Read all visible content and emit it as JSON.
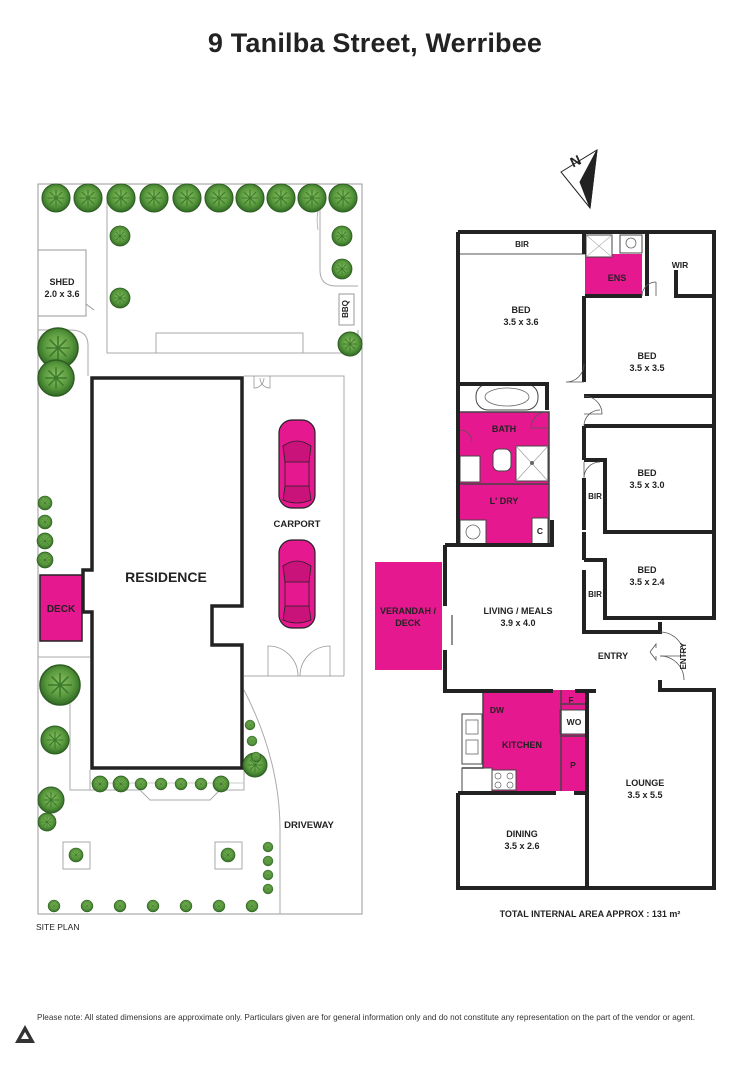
{
  "title": "9 Tanilba Street, Werribee",
  "compass_label": "N",
  "site_plan": {
    "label": "SITE PLAN",
    "shed": "SHED",
    "shed_size": "2.0 x 3.6",
    "bbq": "BBQ",
    "residence": "RESIDENCE",
    "deck": "DECK",
    "carport": "CARPORT",
    "driveway": "DRIVEWAY"
  },
  "floor_plan": {
    "bir_top": "BIR",
    "bed1": "BED",
    "bed1_size": "3.5 x 3.6",
    "ens": "ENS",
    "wir": "WIR",
    "bed2": "BED",
    "bed2_size": "3.5 x 3.5",
    "bath": "BATH",
    "ldry": "L' DRY",
    "c": "C",
    "bed3": "BED",
    "bed3_size": "3.5 x 3.0",
    "bir_bed3": "BIR",
    "bed4": "BED",
    "bed4_size": "3.5 x 2.4",
    "bir_bed4": "BIR",
    "verandah": "VERANDAH /",
    "verandah2": "DECK",
    "living": "LIVING / MEALS",
    "living_size": "3.9 x 4.0",
    "entry": "ENTRY",
    "entry_side": "ENTRY",
    "dw": "DW",
    "f": "F",
    "wo": "WO",
    "kitchen": "KITCHEN",
    "p": "P",
    "lounge": "LOUNGE",
    "lounge_size": "3.5 x 5.5",
    "dining": "DINING",
    "dining_size": "3.5 x 2.6"
  },
  "total_area": "TOTAL INTERNAL AREA APPROX : 131 m²",
  "disclaimer": "Please note: All stated dimensions are approximate only. Particulars given are for general information only and do not constitute any representation on the part of the vendor or agent.",
  "colors": {
    "accent": "#e6188f",
    "wall": "#222222",
    "tree": "#5a8f3c"
  }
}
